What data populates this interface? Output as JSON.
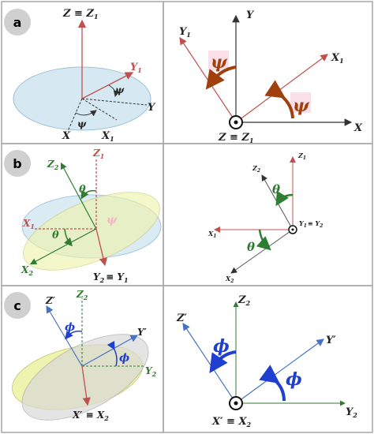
{
  "panels": {
    "a": {
      "badge": "a",
      "left": {
        "z": "Z ≡ Z",
        "z_sub": "1",
        "x": "X",
        "x1": "X",
        "x1_sub": "1",
        "y": "Y",
        "y1": "Y",
        "y1_sub": "1",
        "psi": "ψ"
      },
      "right": {
        "y": "Y",
        "y1": "Y",
        "y1_sub": "1",
        "x1": "X",
        "x1_sub": "1",
        "x": "X",
        "origin": "Z ≡ Z",
        "origin_sub": "1",
        "psi": "ψ"
      }
    },
    "b": {
      "badge": "b",
      "left": {
        "z1": "Z",
        "z1_sub": "1",
        "z2": "Z",
        "z2_sub": "2",
        "x1": "X",
        "x1_sub": "1",
        "x2": "X",
        "x2_sub": "2",
        "y": "Y",
        "y_sub": "2",
        "eq": "≡ Y",
        "eq_sub": "1",
        "theta": "θ",
        "psi": "ψ"
      },
      "right": {
        "z1": "Z",
        "z1_sub": "1",
        "z2": "Z",
        "z2_sub": "2",
        "x1": "X",
        "x1_sub": "1",
        "x2": "X",
        "x2_sub": "2",
        "origin": "Y",
        "origin_sub": "1",
        "eq": "≡ Y",
        "eq_sub": "2",
        "theta": "θ"
      }
    },
    "c": {
      "badge": "c",
      "left": {
        "zp": "Z′",
        "z2": "Z",
        "z2_sub": "2",
        "yp": "Y′",
        "y2": "Y",
        "y2_sub": "2",
        "xp": "X′ ≡ X",
        "xp_sub": "2",
        "phi": "ϕ"
      },
      "right": {
        "zp": "Z′",
        "z2": "Z",
        "z2_sub": "2",
        "yp": "Y′",
        "y2": "Y",
        "y2_sub": "2",
        "origin": "X′ ≡ X",
        "origin_sub": "2",
        "phi": "ϕ"
      }
    }
  },
  "colors": {
    "border": "#a6a6a6",
    "axis_dark": "#333333",
    "axis_red": "#c0504d",
    "axis_blue": "#4472c4",
    "psi_arrow": "#a0410d",
    "theta_arrow": "#2e7d32",
    "phi_arrow": "#1f3fd0",
    "ellipse_blue": "#d6e9f3",
    "ellipse_yellow": "#eef2a8",
    "ellipse_gray": "#d9d9d9",
    "highlight": "#f8c9d8"
  }
}
